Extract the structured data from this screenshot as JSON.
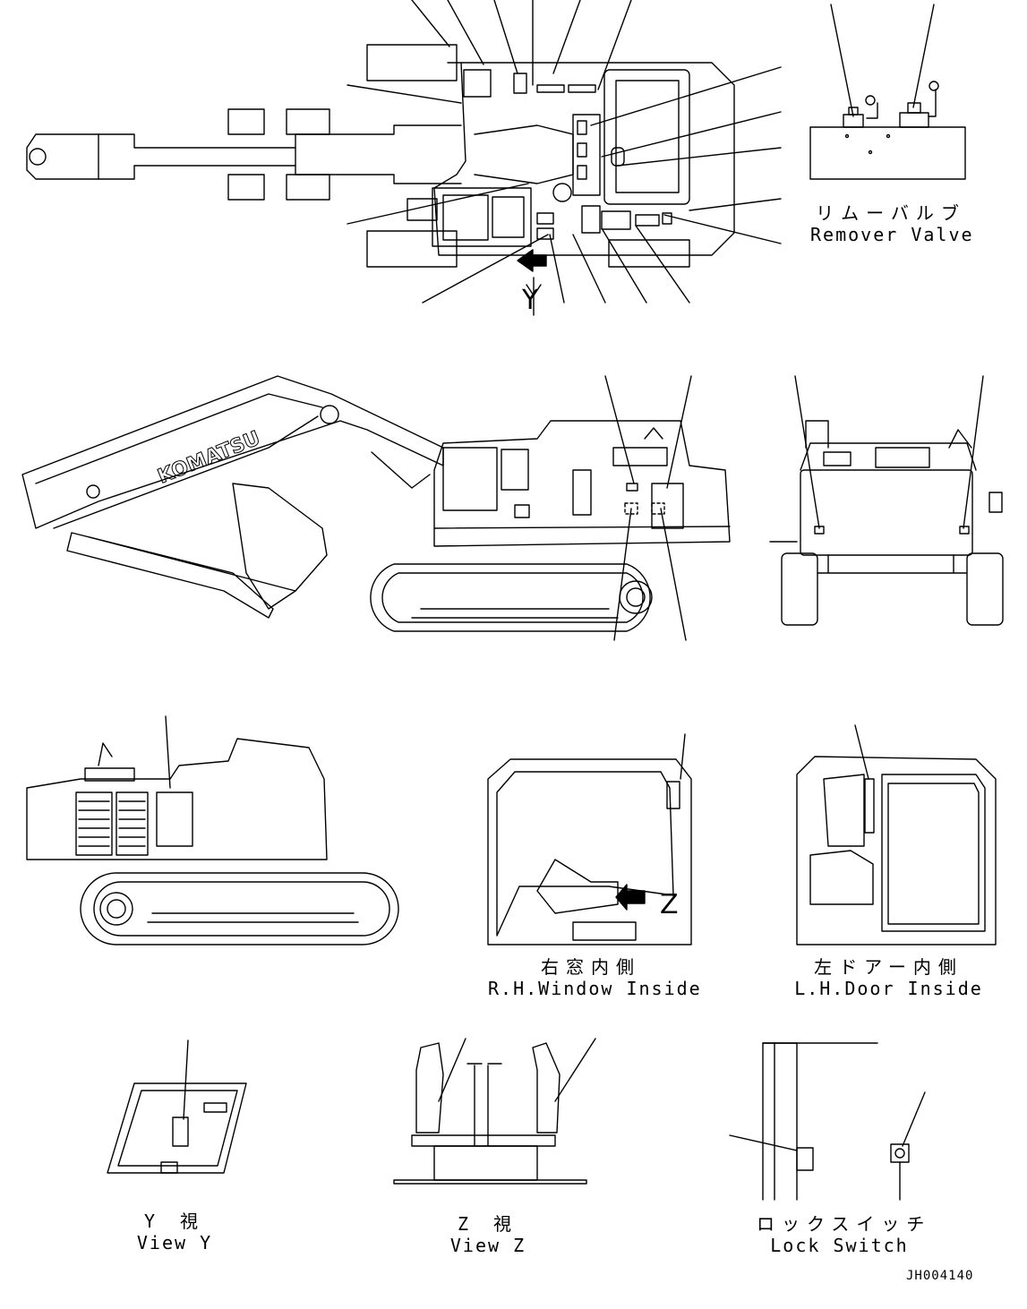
{
  "views": {
    "remover_valve": {
      "label_jp": "リムーバルブ",
      "label_en": "Remover Valve"
    },
    "rh_window": {
      "label_jp": "右窓内側",
      "label_en": "R.H.Window Inside"
    },
    "lh_door": {
      "label_jp": "左ドアー内側",
      "label_en": "L.H.Door Inside"
    },
    "view_y": {
      "label_jp": "Y 視",
      "label_en": "View Y"
    },
    "view_z": {
      "label_jp": "Z 視",
      "label_en": "View Z"
    },
    "lock_switch": {
      "label_jp": "ロックスイッチ",
      "label_en": "Lock Switch"
    }
  },
  "markers": {
    "y": "Y",
    "z": "Z"
  },
  "brand": "KOMATSU",
  "document_number": "JH004140"
}
